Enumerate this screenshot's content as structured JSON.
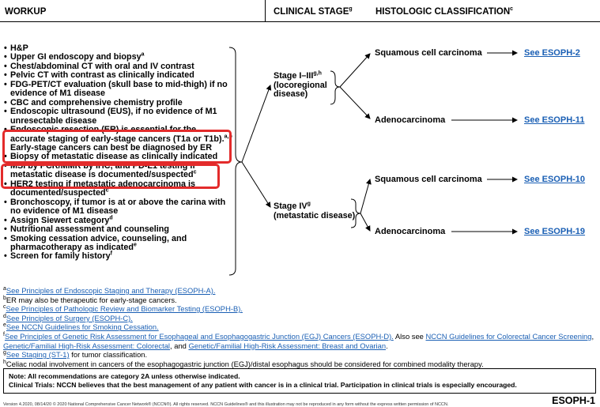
{
  "headers": {
    "workup": "WORKUP",
    "clinical_stage": "CLINICAL STAGE",
    "clinical_stage_sup": "g",
    "histologic": "HISTOLOGIC CLASSIFICATION",
    "histologic_sup": "c"
  },
  "workup_items": [
    {
      "text": "H&P",
      "sup": "",
      "cont": ""
    },
    {
      "text": "Upper GI endoscopy and biopsy",
      "sup": "a",
      "cont": ""
    },
    {
      "text": "Chest/abdominal CT with oral and IV contrast",
      "sup": "",
      "cont": ""
    },
    {
      "text": "Pelvic CT with contrast as clinically indicated",
      "sup": "",
      "cont": ""
    },
    {
      "text": "FDG-PET/CT evaluation (skull base to mid-thigh) if no",
      "sup": "",
      "cont": "evidence of M1 disease"
    },
    {
      "text": "CBC and comprehensive chemistry profile",
      "sup": "",
      "cont": ""
    },
    {
      "text": "Endoscopic ultrasound (EUS),",
      "sup": "",
      "cont": "if no evidence of M1 unresectable disease"
    },
    {
      "text": "Endoscopic resection (ER) is essential for the accurate staging of early-stage cancers (T1a or T1b).",
      "sup": "a,b",
      "cont": "Early-stage cancers can best be diagnosed by ER"
    },
    {
      "text": "Biopsy of metastatic disease as clinically indicated",
      "sup": "",
      "cont": ""
    },
    {
      "text": "MSI by PCR/MMR by IHC, and PD-L1 testing if",
      "sup": "",
      "cont": "metastatic disease is documented/suspected",
      "cont_sup": "c"
    },
    {
      "text": "HER2 testing if metastatic adenocarcinoma is",
      "sup": "",
      "cont": "documented/suspected",
      "cont_sup": "c"
    },
    {
      "text": "Bronchoscopy, if tumor is at or above the carina",
      "sup": "",
      "cont": "with no evidence of M1 disease"
    },
    {
      "text": "Assign Siewert category",
      "sup": "d",
      "cont": ""
    },
    {
      "text": "Nutritional assessment and counseling",
      "sup": "",
      "cont": ""
    },
    {
      "text": "Smoking cessation advice, counseling, and",
      "sup": "",
      "cont": "pharmacotherapy as indicated",
      "cont_sup": "e"
    },
    {
      "text": "Screen for family history",
      "sup": "f",
      "cont": ""
    }
  ],
  "stages": {
    "s1_line1": "Stage I–III",
    "s1_sup": "g,h",
    "s1_line2": "(locoregional",
    "s1_line3": "disease)",
    "s4_line1": "Stage IV",
    "s4_sup": "g",
    "s4_line2": "(metastatic disease)"
  },
  "histology": {
    "squamous": "Squamous cell carcinoma",
    "adeno": "Adenocarcinoma"
  },
  "links": {
    "esoph2": "See ESOPH-2",
    "esoph11": "See ESOPH-11",
    "esoph10": "See ESOPH-10",
    "esoph19": "See ESOPH-19"
  },
  "footnotes": {
    "a_sup": "a",
    "a_link": "See Principles of Endoscopic Staging and Therapy (ESOPH-A).",
    "b_sup": "b",
    "b_text": "ER may also be therapeutic for early-stage cancers.",
    "c_sup": "c",
    "c_link": "See Principles of Pathologic Review and Biomarker Testing (ESOPH-B).",
    "d_sup": "d",
    "d_link": "See Principles of Surgery (ESOPH-C).",
    "e_sup": "e",
    "e_link": "See NCCN Guidelines for Smoking Cessation.",
    "f_sup": "f",
    "f_link1": "See Principles of Genetic Risk Assessment for Esophageal and Esophagogastric Junction (EGJ) Cancers (ESOPH-D).",
    "f_text1": " Also see ",
    "f_link2": "NCCN Guidelines for Colorectal Cancer Screening",
    "f_text2": ", ",
    "f_link3": "Genetic/Familial High-Risk Assessment: Colorectal",
    "f_text3": ", and ",
    "f_link4": "Genetic/Familial High-Risk Assessment: Breast and Ovarian",
    "f_text4": ".",
    "g_sup": "g",
    "g_link": "See Staging (ST-1)",
    "g_text": " for tumor classification.",
    "h_sup": "h",
    "h_text": "Celiac nodal involvement in cancers of the esophagogastric junction (EGJ)/distal esophagus should be considered for combined modality therapy."
  },
  "note": {
    "line1": "Note: All recommendations are category 2A unless otherwise indicated.",
    "line2": "Clinical Trials: NCCN believes that the best management of any patient with cancer is in a clinical trial. Participation in clinical trials is especially encouraged."
  },
  "page_id": "ESOPH-1",
  "footer": "Version 4.2020, 08/14/20 © 2020 National Comprehensive Cancer Network® (NCCN®). All rights reserved. NCCN Guidelines® and this illustration may not be reproduced in any form without the express written permission of NCCN.",
  "colors": {
    "link": "#1a5fb4",
    "highlight_box": "#e32b2b"
  }
}
